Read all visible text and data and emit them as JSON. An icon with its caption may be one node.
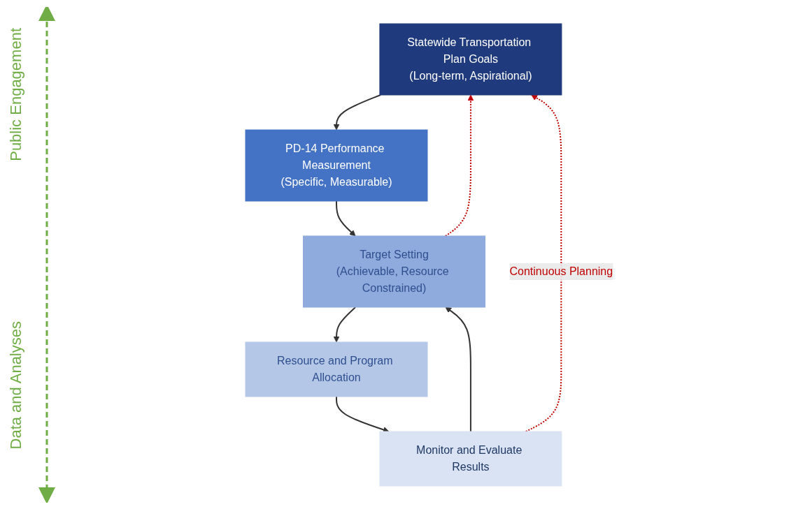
{
  "diagram": {
    "nodes": [
      {
        "text": [
          "Statewide Transportation Plan Goals",
          "(Long-term, Aspirational)"
        ]
      },
      {
        "text": [
          "PD-14 Performance Measurement",
          "(Specific, Measurable)"
        ]
      },
      {
        "text": [
          "Target Setting",
          "(Achievable, Resource Constrained)"
        ]
      },
      {
        "text": [
          "Resource and Program Allocation"
        ]
      },
      {
        "text": [
          "Monitor and Evaluate Results"
        ]
      }
    ],
    "edges": [
      {
        "from": 0,
        "to": 1,
        "arrow": "to"
      },
      {
        "from": 1,
        "to": 2,
        "arrow": "to"
      },
      {
        "from": 2,
        "to": 3,
        "arrow": "to"
      },
      {
        "from": 3,
        "to": 4,
        "arrow": "to"
      },
      {
        "from": 4,
        "to": 2,
        "arrow": "to"
      },
      {
        "from": 2,
        "to": 0,
        "arrow": "to",
        "style": "dashed",
        "color": "#c00000"
      },
      {
        "from": 4,
        "to": 0,
        "arrow": "to",
        "style": "dashed",
        "color": "#c00000",
        "label": "Continuous Planning"
      }
    ],
    "labels": [
      "Public Engagement",
      "Data and Analyses"
    ]
  }
}
